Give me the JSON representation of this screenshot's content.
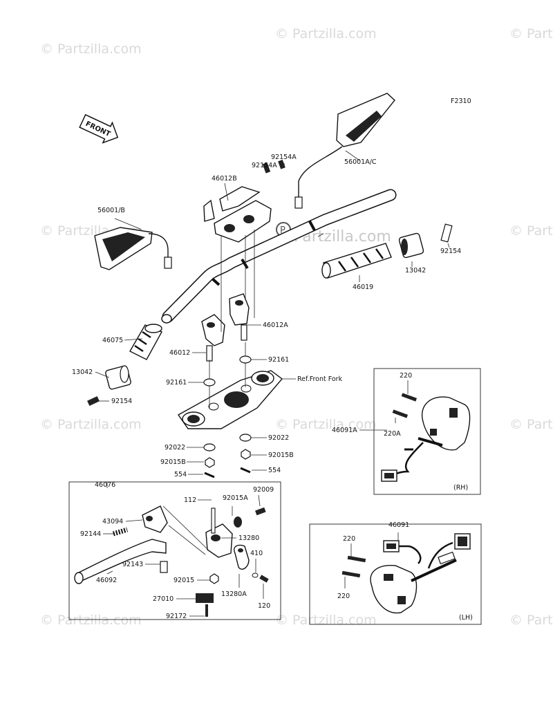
{
  "watermark": {
    "text": "© Partzilla.com",
    "center_text": "Partzilla.com"
  },
  "diagram": {
    "code": "F2310",
    "front_label": "FRONT",
    "ref_label": "Ref.Front Fork",
    "rh_label": "(RH)",
    "lh_label": "(LH)"
  },
  "parts": {
    "p56001AC": "56001A/C",
    "p56001B": "56001/B",
    "p46012B": "46012B",
    "p92154A_1": "92154A",
    "p92154A_2": "92154A",
    "p46019": "46019",
    "p13042_r": "13042",
    "p92154_r": "92154",
    "p46075": "46075",
    "p46012A": "46012A",
    "p46012": "46012",
    "p92161_r": "92161",
    "p92161_l": "92161",
    "p13042_l": "13042",
    "p92154_l": "92154",
    "p92022_l": "92022",
    "p92022_r": "92022",
    "p92015B_l": "92015B",
    "p92015B_r": "92015B",
    "p554_l": "554",
    "p554_r": "554",
    "p46076": "46076",
    "p43094": "43094",
    "p92144": "92144",
    "p46092": "46092",
    "p92143": "92143",
    "p27010": "27010",
    "p92172": "92172",
    "p112": "112",
    "p92015A": "92015A",
    "p92009": "92009",
    "p13280": "13280",
    "p410": "410",
    "p92015": "92015",
    "p13280A": "13280A",
    "p120": "120",
    "p220_rh_top": "220",
    "p46091A": "46091A",
    "p220A": "220A",
    "p46091": "46091",
    "p220_lh_1": "220",
    "p220_lh_2": "220"
  }
}
